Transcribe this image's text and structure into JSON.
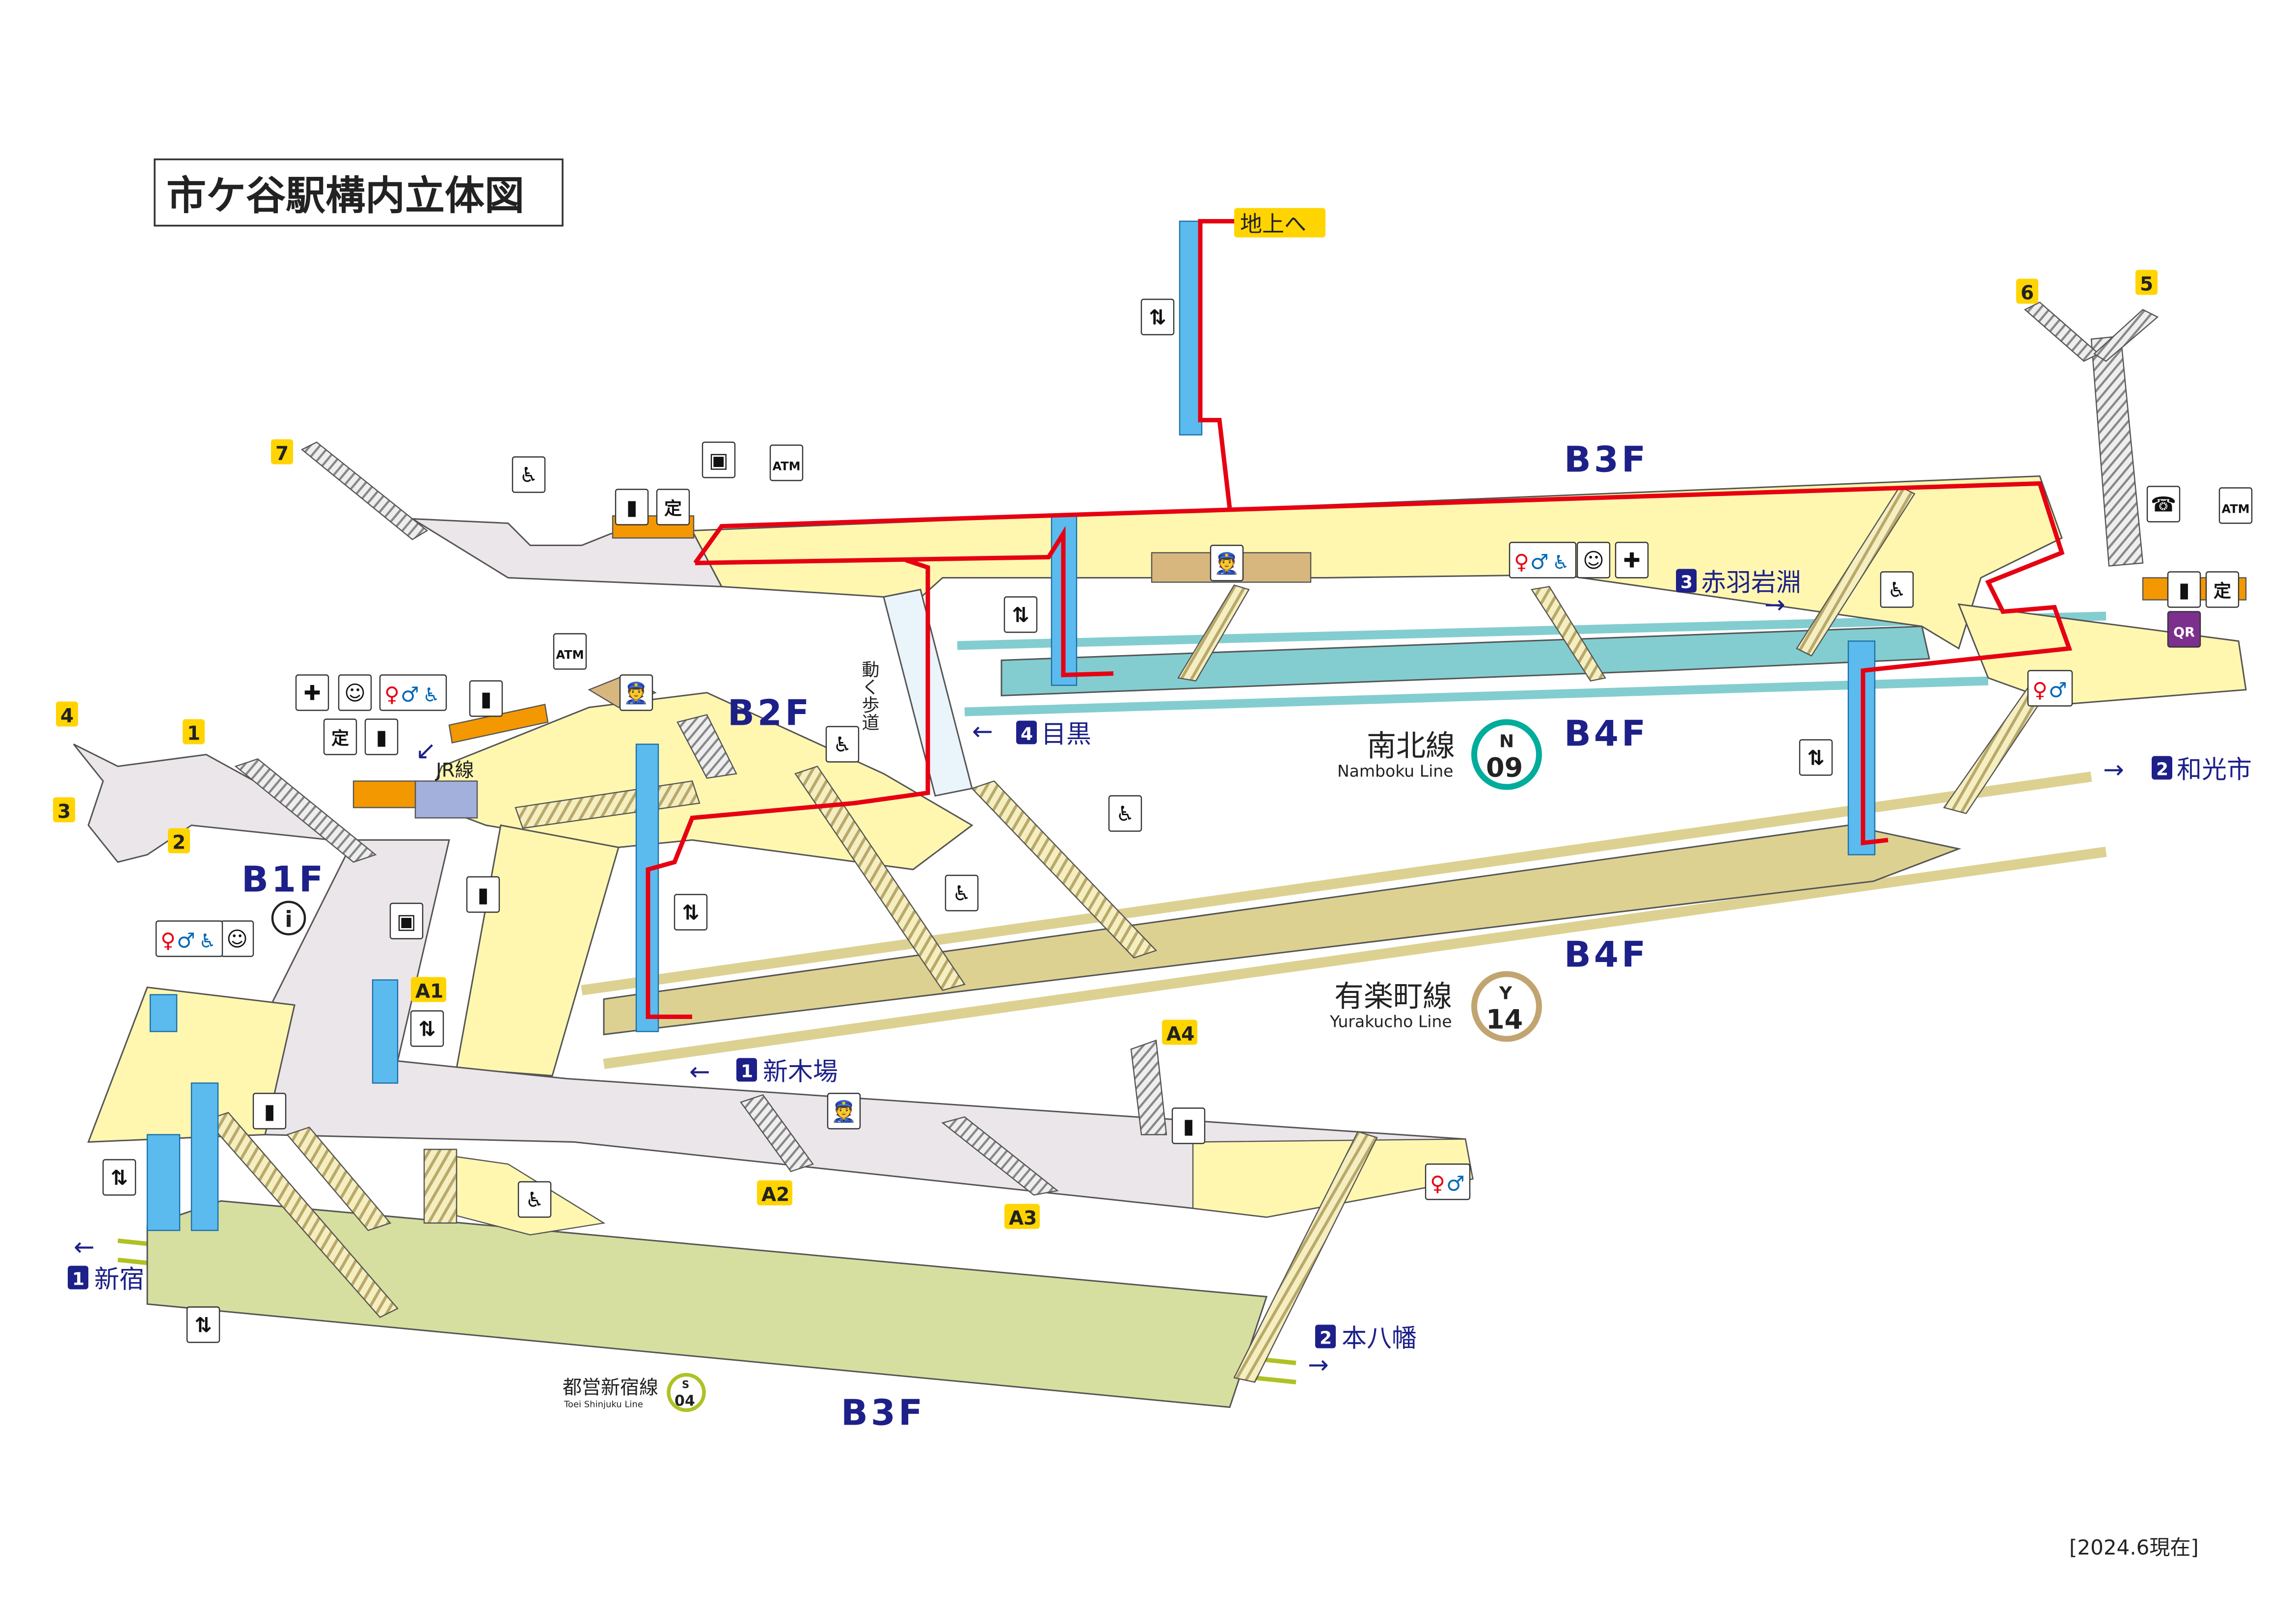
{
  "title": "市ケ谷駅構内立体図",
  "date_note": "[2024.6現在]",
  "floors": {
    "b3f_namboku": "B3F",
    "b2f": "B2F",
    "b1f": "B1F",
    "b4f_namboku": "B4F",
    "b4f_yurakucho": "B4F",
    "b3f_toei": "B3F"
  },
  "exits": [
    {
      "id": "7",
      "label": "7"
    },
    {
      "id": "6",
      "label": "6"
    },
    {
      "id": "5",
      "label": "5"
    },
    {
      "id": "4",
      "label": "4"
    },
    {
      "id": "1",
      "label": "1"
    },
    {
      "id": "3",
      "label": "3"
    },
    {
      "id": "2",
      "label": "2"
    },
    {
      "id": "A1",
      "label": "A1"
    },
    {
      "id": "A4",
      "label": "A4"
    },
    {
      "id": "A2",
      "label": "A2"
    },
    {
      "id": "A3",
      "label": "A3"
    }
  ],
  "directions": {
    "to_ground": "地上へ",
    "akabane": {
      "num": "3",
      "label": "赤羽岩淵"
    },
    "meguro": {
      "num": "4",
      "label": "目黒"
    },
    "wakoshi": {
      "num": "2",
      "label": "和光市"
    },
    "shinkiba": {
      "num": "1",
      "label": "新木場"
    },
    "shinjuku": {
      "num": "1",
      "label": "新宿"
    },
    "motoyawata": {
      "num": "2",
      "label": "本八幡"
    },
    "jr": "JR線",
    "moving_walkway": "動く歩道"
  },
  "lines": {
    "namboku": {
      "ja": "南北線",
      "en": "Namboku Line",
      "letter": "N",
      "num": "09",
      "color": "#00ac9b"
    },
    "yurakucho": {
      "ja": "有楽町線",
      "en": "Yurakucho Line",
      "letter": "Y",
      "num": "14",
      "color": "#c1a470"
    },
    "toei": {
      "ja": "都営新宿線",
      "en": "Toei Shinjuku Line",
      "letter": "S",
      "num": "04",
      "color": "#b0c124"
    }
  },
  "icon_text": {
    "atm": "ATM",
    "commuter_pass": "定",
    "qr": "QR",
    "info": "i"
  },
  "colors": {
    "route": "#e60012",
    "elevator": "#5bbbee",
    "concourse_paid": "#fff7b0",
    "concourse_free": "#ebe6ea",
    "namboku_platform": "#83cdd0",
    "yurakucho_platform": "#ddd192",
    "toei_platform": "#d6df9f",
    "exit_badge": "#ffd400",
    "direction_text": "#1d2088"
  }
}
